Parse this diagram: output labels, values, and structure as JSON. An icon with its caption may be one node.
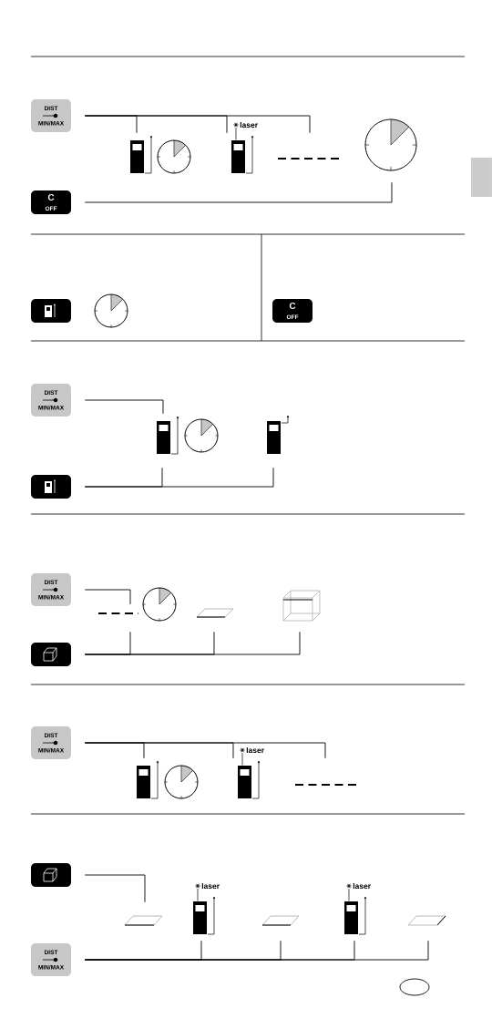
{
  "diagram": {
    "nodes": [
      {
        "text": [
          "DIST",
          "MIN/MAX"
        ]
      },
      {
        "text": [],
        "shape": "device"
      },
      {
        "text": [],
        "shape": "device",
        "beside": [
          "laser"
        ]
      },
      {
        "text": [],
        "shape": "line"
      },
      {
        "text": [],
        "shape": "clock"
      },
      {
        "text": [
          "C",
          "OFF"
        ]
      },
      {
        "text": [],
        "shape": "button"
      },
      {
        "text": [
          "C",
          "OFF"
        ]
      },
      {
        "text": [
          "DIST",
          "MIN/MAX"
        ]
      },
      {
        "text": [],
        "shape": "device"
      },
      {
        "text": [],
        "shape": "device"
      },
      {
        "text": [],
        "shape": "button"
      },
      {
        "text": [
          "DIST",
          "MIN/MAX"
        ]
      },
      {
        "text": [],
        "shape": "line"
      },
      {
        "text": [],
        "shape": "button"
      },
      {
        "text": [],
        "shape": "parallelogram"
      },
      {
        "text": [],
        "shape": "cube"
      },
      {
        "text": [
          "DIST",
          "MIN/MAX"
        ]
      },
      {
        "text": [],
        "shape": "device"
      },
      {
        "text": [],
        "shape": "device",
        "beside": [
          "laser"
        ]
      },
      {
        "text": [],
        "shape": "line"
      },
      {
        "text": [],
        "shape": "button"
      },
      {
        "text": [],
        "shape": "parallelogram"
      },
      {
        "text": [],
        "shape": "device",
        "beside": [
          "laser"
        ]
      },
      {
        "text": [],
        "shape": "parallelogram"
      },
      {
        "text": [],
        "shape": "device",
        "beside": [
          "laser"
        ]
      },
      {
        "text": [],
        "shape": "parallelogram"
      },
      {
        "text": [
          "DIST",
          "MIN/MAX"
        ]
      }
    ],
    "edges": [
      {
        "from": 0,
        "to": 1,
        "arrow": "none"
      },
      {
        "from": 0,
        "to": 2,
        "arrow": "none"
      },
      {
        "from": 0,
        "to": 3,
        "arrow": "none"
      },
      {
        "from": 5,
        "to": 4,
        "arrow": "none"
      },
      {
        "from": 8,
        "to": 9,
        "arrow": "none"
      },
      {
        "from": 11,
        "to": 9,
        "arrow": "none"
      },
      {
        "from": 11,
        "to": 10,
        "arrow": "none"
      },
      {
        "from": 12,
        "to": 13,
        "arrow": "none"
      },
      {
        "from": 14,
        "to": 13,
        "arrow": "none"
      },
      {
        "from": 14,
        "to": 15,
        "arrow": "none"
      },
      {
        "from": 14,
        "to": 16,
        "arrow": "none"
      },
      {
        "from": 17,
        "to": 18,
        "arrow": "none"
      },
      {
        "from": 17,
        "to": 19,
        "arrow": "none"
      },
      {
        "from": 17,
        "to": 20,
        "arrow": "none"
      },
      {
        "from": 21,
        "to": 22,
        "arrow": "none"
      },
      {
        "from": 27,
        "to": 23,
        "arrow": "none"
      },
      {
        "from": 27,
        "to": 24,
        "arrow": "none"
      },
      {
        "from": 27,
        "to": 25,
        "arrow": "none"
      },
      {
        "from": 27,
        "to": 26,
        "arrow": "none"
      }
    ]
  }
}
